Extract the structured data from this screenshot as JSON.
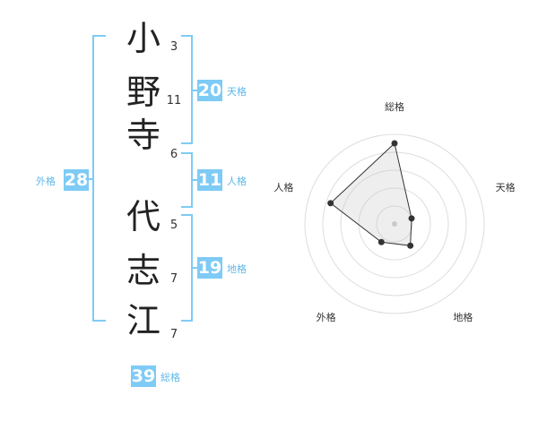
{
  "name_chars": [
    {
      "char": "小",
      "strokes": "3"
    },
    {
      "char": "野",
      "strokes": "11"
    },
    {
      "char": "寺",
      "strokes": "6"
    },
    {
      "char": "代",
      "strokes": "5"
    },
    {
      "char": "志",
      "strokes": "7"
    },
    {
      "char": "江",
      "strokes": "7"
    }
  ],
  "fortunes": {
    "tenkaku": {
      "value": "20",
      "label": "天格"
    },
    "jinkaku": {
      "value": "11",
      "label": "人格"
    },
    "chikaku": {
      "value": "19",
      "label": "地格"
    },
    "gaikaku": {
      "value": "28",
      "label": "外格"
    },
    "soukaku": {
      "value": "39",
      "label": "総格"
    }
  },
  "colors": {
    "bracket": "#7ecbf5",
    "badge": "#7ecbf5",
    "label": "#5fb8e8"
  },
  "chart_data": {
    "type": "radar",
    "axes": [
      "総格",
      "天格",
      "地格",
      "外格",
      "人格"
    ],
    "values": [
      0.9,
      0.2,
      0.3,
      0.25,
      0.75
    ],
    "rings": 5
  }
}
